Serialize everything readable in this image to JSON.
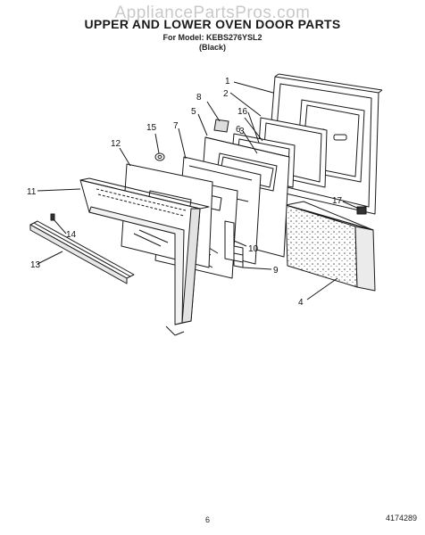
{
  "watermark": "AppliancePartsPros.com",
  "header": {
    "title": "UPPER AND LOWER OVEN DOOR PARTS",
    "model": "For Model: KEBS276YSL2",
    "color": "(Black)"
  },
  "footer": {
    "page_number": "6",
    "figure_number": "4174289"
  },
  "callouts": {
    "c1": "1",
    "c2": "2",
    "c3": "3",
    "c4": "4",
    "c5": "5",
    "c6": "6",
    "c7": "7",
    "c8": "8",
    "c9": "9",
    "c10": "10",
    "c11": "11",
    "c12": "12",
    "c13": "13",
    "c14": "14",
    "c15": "15",
    "c16": "16",
    "c17": "17"
  }
}
